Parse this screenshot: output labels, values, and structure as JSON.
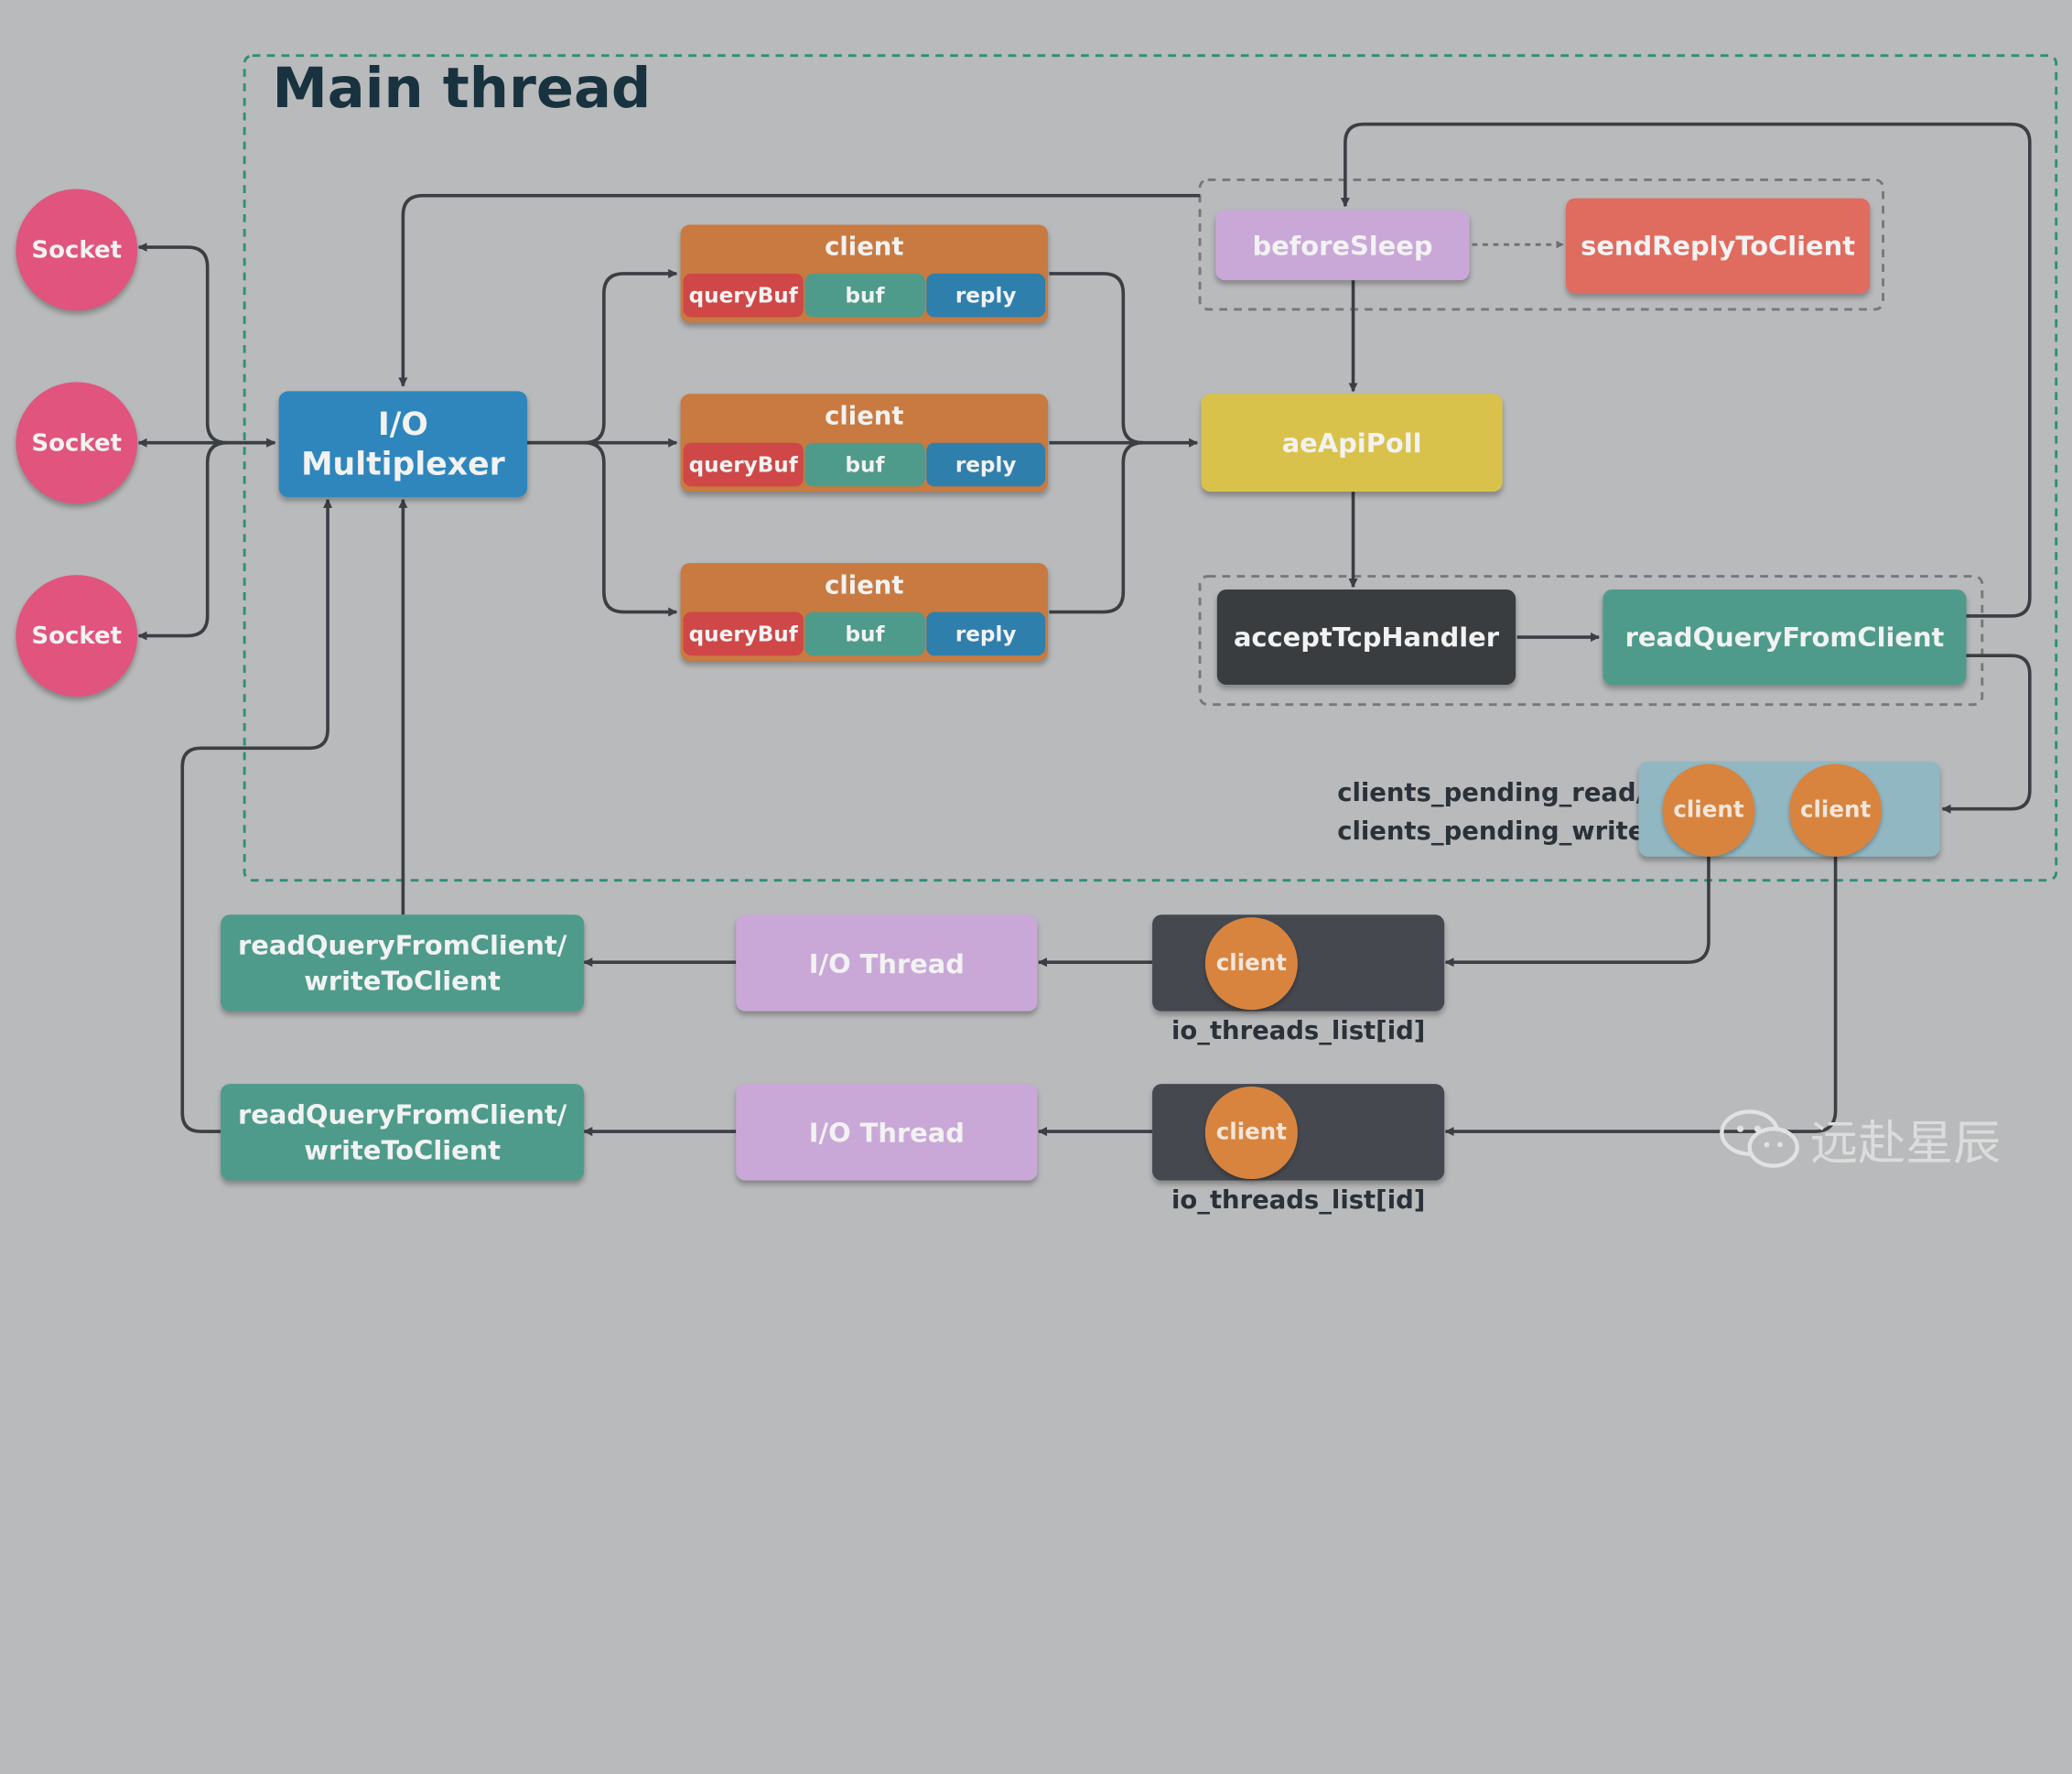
{
  "title": "Main thread",
  "sockets": [
    "Socket",
    "Socket",
    "Socket"
  ],
  "io_multiplexer": [
    "I/O",
    "Multiplexer"
  ],
  "clients": [
    {
      "name": "client",
      "fields": [
        "queryBuf",
        "buf",
        "reply"
      ]
    },
    {
      "name": "client",
      "fields": [
        "queryBuf",
        "buf",
        "reply"
      ]
    },
    {
      "name": "client",
      "fields": [
        "queryBuf",
        "buf",
        "reply"
      ]
    }
  ],
  "before_sleep": "beforeSleep",
  "send_reply": "sendReplyToClient",
  "ae_api_poll": "aeApiPoll",
  "accept_tcp_handler": "acceptTcpHandler",
  "read_query_from_client": "readQueryFromClient",
  "pending_label": [
    "clients_pending_read/",
    "clients_pending_write"
  ],
  "pending_clients": [
    "client",
    "client"
  ],
  "io_threads": [
    {
      "handler": [
        "readQueryFromClient/",
        "writeToClient"
      ],
      "thread": "I/O Thread",
      "client": "client",
      "list_label": "io_threads_list[id]"
    },
    {
      "handler": [
        "readQueryFromClient/",
        "writeToClient"
      ],
      "thread": "I/O Thread",
      "client": "client",
      "list_label": "io_threads_list[id]"
    }
  ],
  "watermark": "远赴星辰",
  "colors": {
    "background": "#b9babb",
    "socket": "#e0547d",
    "multiplexer": "#2e86bd",
    "client": "#c97a40",
    "query_buf": "#cf4747",
    "buf": "#4e9b8b",
    "reply": "#2f7fad",
    "before_sleep": "#c9a8d8",
    "send_reply": "#e06b5f",
    "ae_api_poll": "#d9c24c",
    "accept_tcp_handler": "#3a3d40",
    "read_query": "#4e9b8b",
    "pending_queue": "#91b7c3",
    "io_thread": "#c9a8d8",
    "io_list": "#45484f",
    "dashed_border": "#2e8f7a"
  }
}
